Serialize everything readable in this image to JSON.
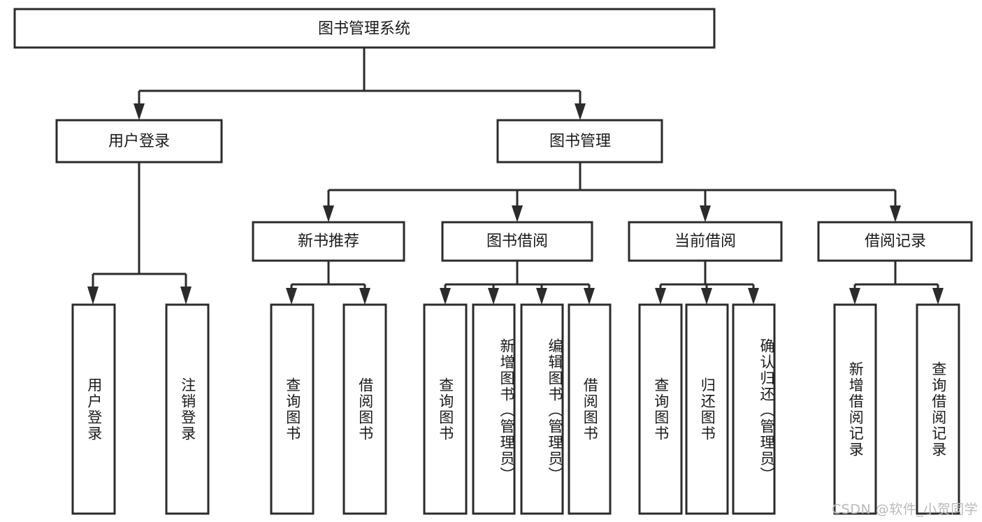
{
  "diagram": {
    "type": "tree",
    "title": "图书管理系统",
    "orientation": "top-down",
    "colors": {
      "box_fill": "#ffffff",
      "box_stroke": "#2b2b2b",
      "text": "#1a1a1a",
      "background": "#ffffff",
      "watermark": "#b9b9b9"
    },
    "root": {
      "label": "图书管理系统"
    },
    "level2": [
      {
        "label": "用户登录"
      },
      {
        "label": "图书管理"
      }
    ],
    "level3": [
      {
        "label": "新书推荐"
      },
      {
        "label": "图书借阅"
      },
      {
        "label": "当前借阅"
      },
      {
        "label": "借阅记录"
      }
    ],
    "leaves": {
      "user_login": [
        {
          "label": "用户登录"
        },
        {
          "label": "注销登录"
        }
      ],
      "new_book_recommend": [
        {
          "label": "查询图书"
        },
        {
          "label": "借阅图书"
        }
      ],
      "book_borrow": [
        {
          "label": "查询图书"
        },
        {
          "label": "新增图书（管理员）"
        },
        {
          "label": "编辑图书（管理员）"
        },
        {
          "label": "借阅图书"
        }
      ],
      "current_borrow": [
        {
          "label": "查询图书"
        },
        {
          "label": "归还图书"
        },
        {
          "label": "确认归还（管理员）"
        }
      ],
      "borrow_records": [
        {
          "label": "新增借阅记录"
        },
        {
          "label": "查询借阅记录"
        }
      ]
    }
  },
  "watermark": {
    "text": "CSDN @软件_小贺同学"
  }
}
